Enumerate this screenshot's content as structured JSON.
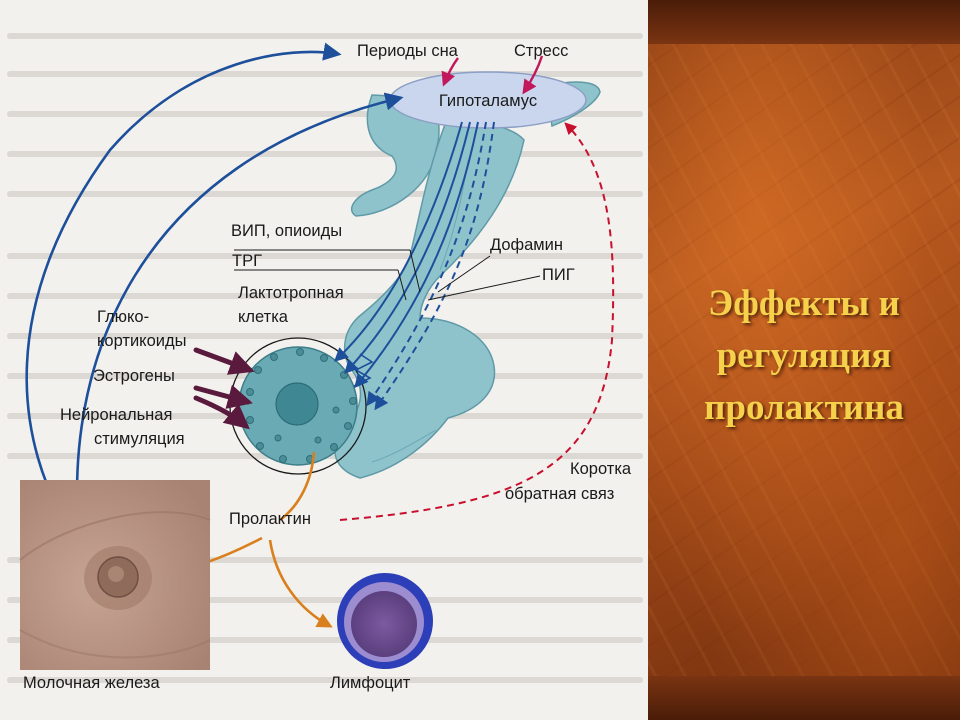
{
  "slide": {
    "title_lines": [
      "Эффекты и",
      "регуляция",
      "пролактина"
    ]
  },
  "diagram": {
    "labels": {
      "sleep_periods": "Периоды сна",
      "stress": "Стресс",
      "hypothalamus": "Гипоталамус",
      "vip_opioids": "ВИП, опиоиды",
      "trg": "ТРГ",
      "dopamine": "Дофамин",
      "pig": "ПИГ",
      "lactotroph_line1": "Лактотропная",
      "lactotroph_line2": "клетка",
      "gluco_line1": "Глюко-",
      "gluco_line2": "кортикоиды",
      "estrogens": "Эстрогены",
      "neuronal_line1": "Нейрональная",
      "neuronal_line2": "стимуляция",
      "short_feedback_line1": "Коротка",
      "short_feedback_line2": "обратная связ",
      "prolactin": "Пролактин",
      "mammary_gland": "Молочная железа",
      "lymphocyte": "Лимфоцит"
    },
    "colors": {
      "pituitary_fill": "#8fc3cc",
      "hypothalamus_fill": "#c9d6ee",
      "blue_arrow": "#1d4f9a",
      "stimulus_arrow": "#c2185b",
      "steroid_arrow": "#5a1a3e",
      "prolactin_arrow": "#d9801e",
      "feedback_arrow": "#c8102e",
      "lymphocyte_outer": "#2d3fb8",
      "lymphocyte_inner": "#6b4b8a",
      "title_color": "#f6d24c"
    }
  }
}
